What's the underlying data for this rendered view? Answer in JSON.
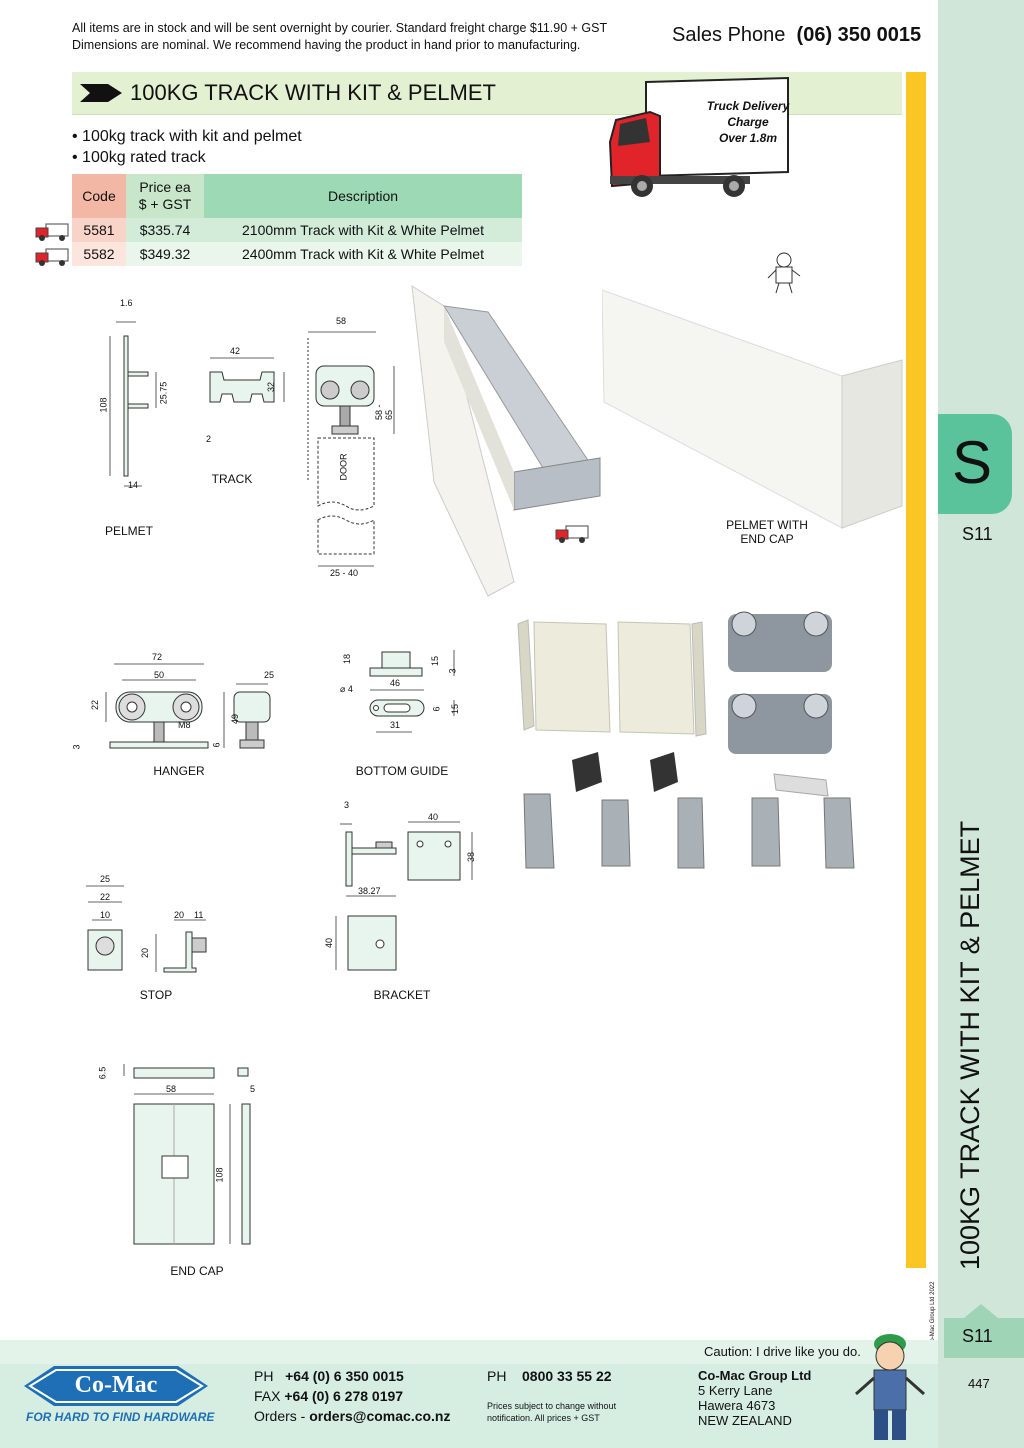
{
  "header": {
    "notice_line1": "All items are in stock and will be sent overnight by courier. Standard freight charge $11.90 + GST",
    "notice_line2": "Dimensions are nominal. We recommend having the product in hand prior to manufacturing.",
    "phone_label": "Sales Phone",
    "phone_number": "(06) 350 0015"
  },
  "title": "100KG TRACK WITH KIT & PELMET",
  "truck_badge": {
    "line1": "Truck Delivery",
    "line2": "Charge",
    "line3": "Over 1.8m"
  },
  "bullets": [
    "• 100kg track with kit and pelmet",
    "• 100kg rated track"
  ],
  "table": {
    "headers": {
      "code": "Code",
      "price_line1": "Price ea",
      "price_line2": "$ + GST",
      "description": "Description"
    },
    "rows": [
      {
        "code": "5581",
        "price": "$335.74",
        "description": "2100mm Track with Kit &  White Pelmet"
      },
      {
        "code": "5582",
        "price": "$349.32",
        "description": "2400mm Track with Kit &  White Pelmet"
      }
    ]
  },
  "diagrams": {
    "pelmet": {
      "label": "PELMET",
      "d_top": "1.6",
      "d_height": "108",
      "d_inner": "25.75",
      "d_bottom": "14"
    },
    "track": {
      "label": "TRACK",
      "d_width": "42",
      "d_height": "32",
      "d_wall": "2"
    },
    "door": {
      "door_text": "DOOR",
      "d_top": "58",
      "d_height": "58 - 65",
      "d_bottom": "25 - 40"
    },
    "pelmet_end_cap": {
      "label_line1": "PELMET WITH",
      "label_line2": "END CAP"
    },
    "hanger": {
      "label": "HANGER",
      "d_outer": "72",
      "d_inner": "50",
      "d_h": "22",
      "d_m8": "M8",
      "d_3": "3",
      "d_25": "25",
      "d_49": "49",
      "d_6": "6"
    },
    "bottom_guide": {
      "label": "BOTTOM GUIDE",
      "d_18": "18",
      "d_15a": "15",
      "d_3": "3",
      "d_46": "46",
      "d_dia": "⌀ 4",
      "d_6": "6",
      "d_15b": "15",
      "d_31": "31"
    },
    "stop": {
      "label": "STOP",
      "d_25": "25",
      "d_22": "22",
      "d_10": "10",
      "d_20a": "20",
      "d_11": "11",
      "d_20b": "20"
    },
    "bracket": {
      "label": "BRACKET",
      "d_3": "3",
      "d_40a": "40",
      "d_38": "38",
      "d_3827": "38.27",
      "d_40b": "40"
    },
    "end_cap": {
      "label": "END CAP",
      "d_65": "6.5",
      "d_58": "58",
      "d_108": "108",
      "d_5": "5"
    }
  },
  "sidebar": {
    "section_letter": "S",
    "section_code": "S11",
    "vertical_title": "100KG TRACK WITH KIT & PELMET",
    "copyright": "© Co-Mac Group Ltd 2022",
    "bottom_code": "S11",
    "page_number": "447"
  },
  "footer": {
    "logo_text": "Co-Mac",
    "tagline": "FOR HARD TO FIND HARDWARE",
    "ph_label": "PH",
    "ph_number": "+64 (0) 6 350 0015",
    "fax_label": "FAX",
    "fax_number": "+64 (0) 6 278 0197",
    "orders_label": "Orders -",
    "orders_email": "orders@comac.co.nz",
    "ph2_label": "PH",
    "ph2_number": "0800 33 55 22",
    "prices_note_line1": "Prices subject to change without",
    "prices_note_line2": "notification. All prices + GST",
    "caution": "Caution: I drive like you do.",
    "company": "Co-Mac Group Ltd",
    "addr1": "5 Kerry Lane",
    "addr2": "Hawera 4673",
    "addr3": "NEW ZEALAND"
  },
  "colors": {
    "title_bg": "#e4f0d2",
    "accent_yellow": "#f9c624",
    "sidebar_bg": "#cfe6d8",
    "tab_green": "#5bc39b",
    "logo_blue": "#1f6fb6",
    "truck_red": "#e0242a"
  }
}
